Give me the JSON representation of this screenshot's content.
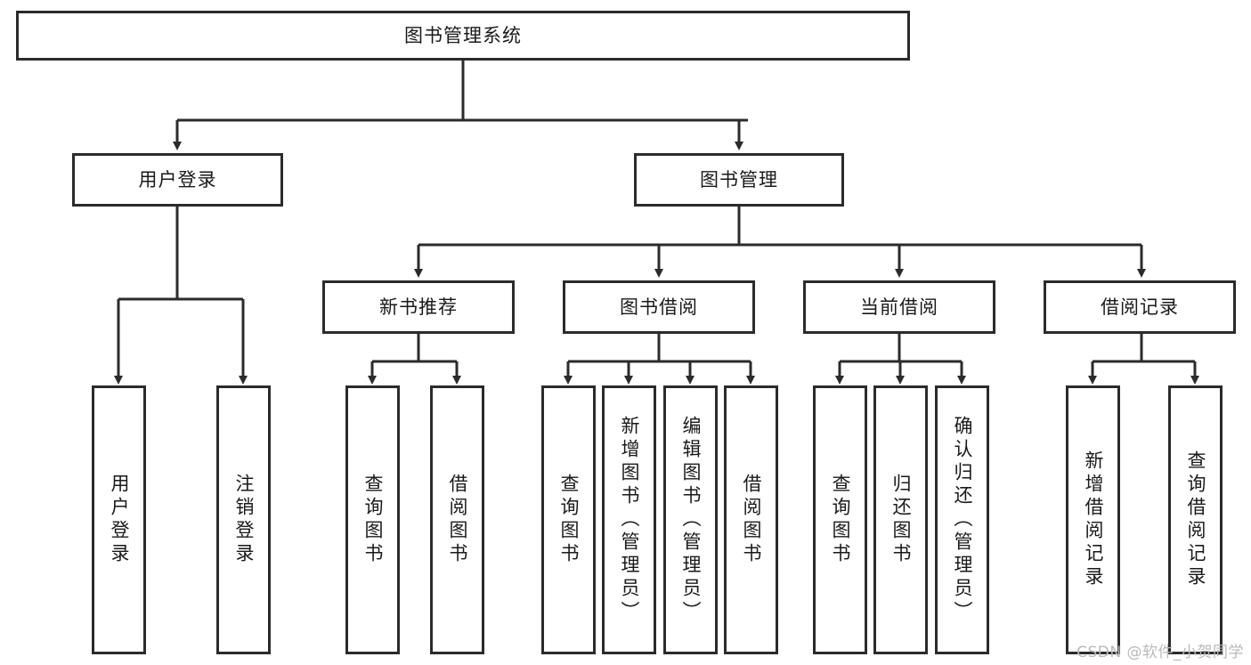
{
  "diagram": {
    "title": "图书管理系统",
    "type": "tree-hierarchy-diagram",
    "orientation": "top-down",
    "colors": {
      "stroke": "#2b2b2b",
      "fill": "#ffffff",
      "text": "#1a1a1a",
      "watermark": "#b9b9b9",
      "background": "#ffffff"
    },
    "watermark": "CSDN @软件_小贺同学"
  },
  "nodes": {
    "root": {
      "label": "图书管理系统"
    },
    "level1": [
      {
        "id": "user-login",
        "label": "用户登录"
      },
      {
        "id": "book-manage",
        "label": "图书管理"
      }
    ],
    "level2": [
      {
        "id": "new-book-recommend",
        "label": "新书推荐",
        "parent": "book-manage"
      },
      {
        "id": "book-borrow",
        "label": "图书借阅",
        "parent": "book-manage"
      },
      {
        "id": "current-borrow",
        "label": "当前借阅",
        "parent": "book-manage"
      },
      {
        "id": "borrow-record",
        "label": "借阅记录",
        "parent": "book-manage"
      }
    ],
    "leaves": [
      {
        "id": "leaf-user-login",
        "label": "用户登录",
        "parent": "user-login"
      },
      {
        "id": "leaf-logout-login",
        "label": "注销登录",
        "parent": "user-login"
      },
      {
        "id": "leaf-query-book-1",
        "label": "查询图书",
        "parent": "new-book-recommend"
      },
      {
        "id": "leaf-borrow-book-1",
        "label": "借阅图书",
        "parent": "new-book-recommend"
      },
      {
        "id": "leaf-query-book-2",
        "label": "查询图书",
        "parent": "book-borrow"
      },
      {
        "id": "leaf-add-book",
        "label": "新增图书（管理员）",
        "parent": "book-borrow"
      },
      {
        "id": "leaf-edit-book",
        "label": "编辑图书（管理员）",
        "parent": "book-borrow"
      },
      {
        "id": "leaf-borrow-book-2",
        "label": "借阅图书",
        "parent": "book-borrow"
      },
      {
        "id": "leaf-query-book-3",
        "label": "查询图书",
        "parent": "current-borrow"
      },
      {
        "id": "leaf-return-book",
        "label": "归还图书",
        "parent": "current-borrow"
      },
      {
        "id": "leaf-confirm-return",
        "label": "确认归还（管理员）",
        "parent": "current-borrow"
      },
      {
        "id": "leaf-add-record",
        "label": "新增借阅记录",
        "parent": "borrow-record"
      },
      {
        "id": "leaf-query-record",
        "label": "查询借阅记录",
        "parent": "borrow-record"
      }
    ]
  }
}
